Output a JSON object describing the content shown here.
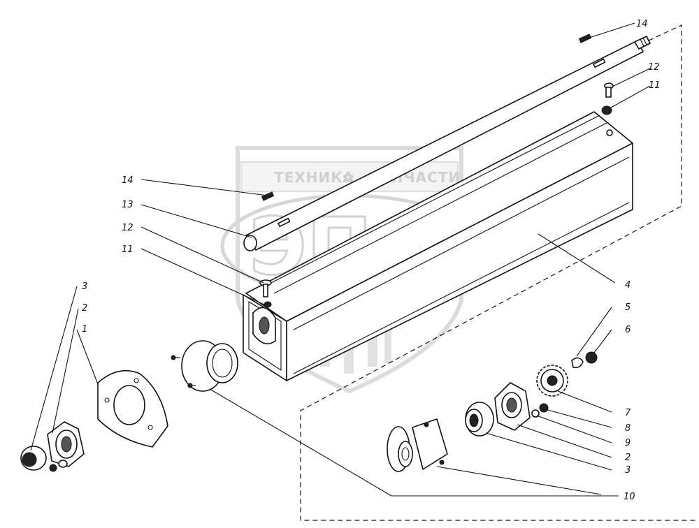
{
  "watermark": {
    "brand_left": "ТЕХНИКА",
    "brand_right": "ЗАПЧАСТИ",
    "logo_letters": "ЭПФ"
  },
  "callouts": {
    "c14_top": "14",
    "c12_top": "12",
    "c11_top": "11",
    "c14_left": "14",
    "c13": "13",
    "c12_left": "12",
    "c11_left": "11",
    "c4": "4",
    "c3_left": "3",
    "c2_left": "2",
    "c1": "1",
    "c5": "5",
    "c6": "6",
    "c7": "7",
    "c8": "8",
    "c9": "9",
    "c2_right": "2",
    "c3_right": "3",
    "c10": "10"
  }
}
